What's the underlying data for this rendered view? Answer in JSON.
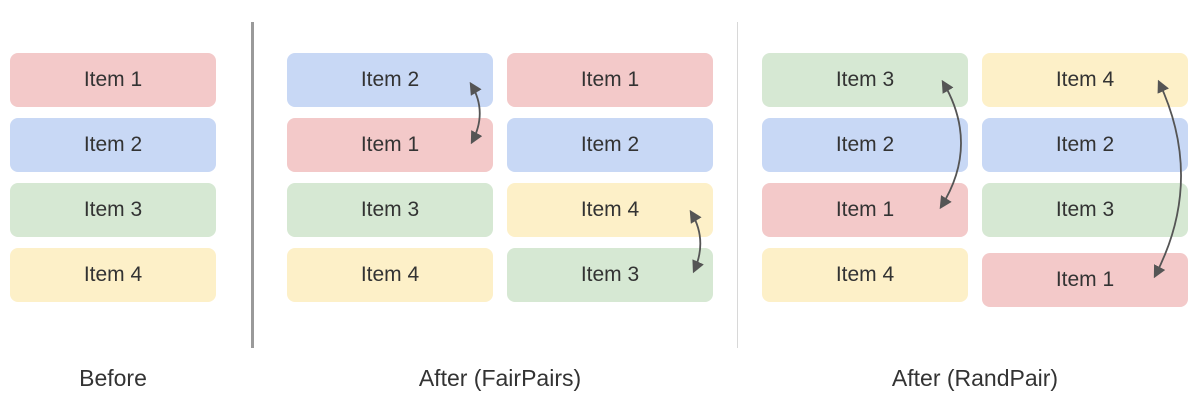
{
  "sections": {
    "before": {
      "caption": "Before",
      "items": [
        {
          "label": "Item 1",
          "color": "#f3c9c9"
        },
        {
          "label": "Item 2",
          "color": "#c8d8f5"
        },
        {
          "label": "Item 3",
          "color": "#d6e8d3"
        },
        {
          "label": "Item 4",
          "color": "#fdf0c8"
        }
      ]
    },
    "fairpairs": {
      "caption": "After (FairPairs)",
      "columns": [
        {
          "items": [
            {
              "label": "Item 2",
              "color": "#c8d8f5"
            },
            {
              "label": "Item 1",
              "color": "#f3c9c9"
            },
            {
              "label": "Item 3",
              "color": "#d6e8d3"
            },
            {
              "label": "Item 4",
              "color": "#fdf0c8"
            }
          ]
        },
        {
          "items": [
            {
              "label": "Item 1",
              "color": "#f3c9c9"
            },
            {
              "label": "Item 2",
              "color": "#c8d8f5"
            },
            {
              "label": "Item 4",
              "color": "#fdf0c8"
            },
            {
              "label": "Item 3",
              "color": "#d6e8d3"
            }
          ]
        }
      ]
    },
    "randpair": {
      "caption": "After (RandPair)",
      "columns": [
        {
          "items": [
            {
              "label": "Item 3",
              "color": "#d6e8d3"
            },
            {
              "label": "Item 2",
              "color": "#c8d8f5"
            },
            {
              "label": "Item 1",
              "color": "#f3c9c9"
            },
            {
              "label": "Item 4",
              "color": "#fdf0c8"
            }
          ]
        },
        {
          "items": [
            {
              "label": "Item 4",
              "color": "#fdf0c8"
            },
            {
              "label": "Item 2",
              "color": "#c8d8f5"
            },
            {
              "label": "Item 3",
              "color": "#d6e8d3"
            },
            {
              "label": "Item 1",
              "color": "#f3c9c9"
            }
          ]
        }
      ]
    }
  }
}
